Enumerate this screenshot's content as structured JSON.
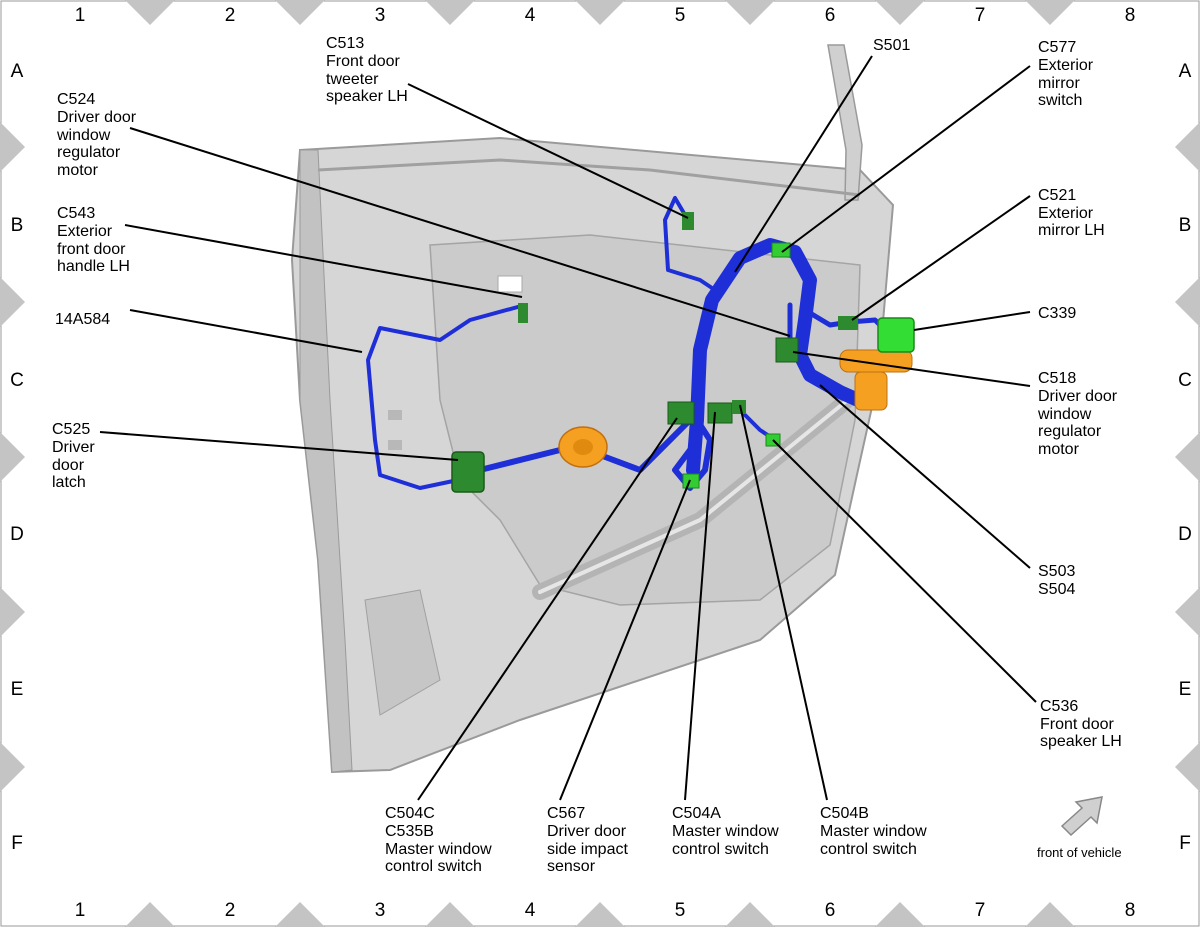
{
  "grid": {
    "columns": [
      "1",
      "2",
      "3",
      "4",
      "5",
      "6",
      "7",
      "8"
    ],
    "rows": [
      "A",
      "B",
      "C",
      "D",
      "E",
      "F"
    ]
  },
  "callouts": [
    {
      "id": "c513",
      "lines": [
        "C513",
        "Front door",
        "tweeter",
        "speaker LH"
      ]
    },
    {
      "id": "s501",
      "lines": [
        "S501"
      ]
    },
    {
      "id": "c577",
      "lines": [
        "C577",
        "Exterior",
        "mirror",
        "switch"
      ]
    },
    {
      "id": "c524",
      "lines": [
        "C524",
        "Driver door",
        "window",
        "regulator",
        "motor"
      ]
    },
    {
      "id": "c543",
      "lines": [
        "C543",
        "Exterior",
        "front door",
        "handle LH"
      ]
    },
    {
      "id": "c521",
      "lines": [
        "C521",
        "Exterior",
        "mirror LH"
      ]
    },
    {
      "id": "p14a584",
      "lines": [
        "14A584"
      ]
    },
    {
      "id": "c339",
      "lines": [
        "C339"
      ]
    },
    {
      "id": "c518",
      "lines": [
        "C518",
        "Driver door",
        "window",
        "regulator",
        "motor"
      ]
    },
    {
      "id": "c525",
      "lines": [
        "C525",
        "Driver",
        "door",
        "latch"
      ]
    },
    {
      "id": "s503",
      "lines": [
        "S503",
        "S504"
      ]
    },
    {
      "id": "c536",
      "lines": [
        "C536",
        "Front door",
        "speaker LH"
      ]
    },
    {
      "id": "c504c",
      "lines": [
        "C504C",
        "C535B",
        "Master window",
        "control switch"
      ]
    },
    {
      "id": "c567",
      "lines": [
        "C567",
        "Driver door",
        "side impact",
        "sensor"
      ]
    },
    {
      "id": "c504a",
      "lines": [
        "C504A",
        "Master window",
        "control switch"
      ]
    },
    {
      "id": "c504b",
      "lines": [
        "C504B",
        "Master window",
        "control switch"
      ]
    }
  ],
  "orientation": {
    "label": "front of vehicle"
  },
  "colors": {
    "harness": "#1f2fd8",
    "connector": "#2e8a2e",
    "connector_light": "#33dd33",
    "grommet": "#f5a020",
    "door_panel": "#d0d0d0",
    "border_marker": "#c0c0c0"
  }
}
